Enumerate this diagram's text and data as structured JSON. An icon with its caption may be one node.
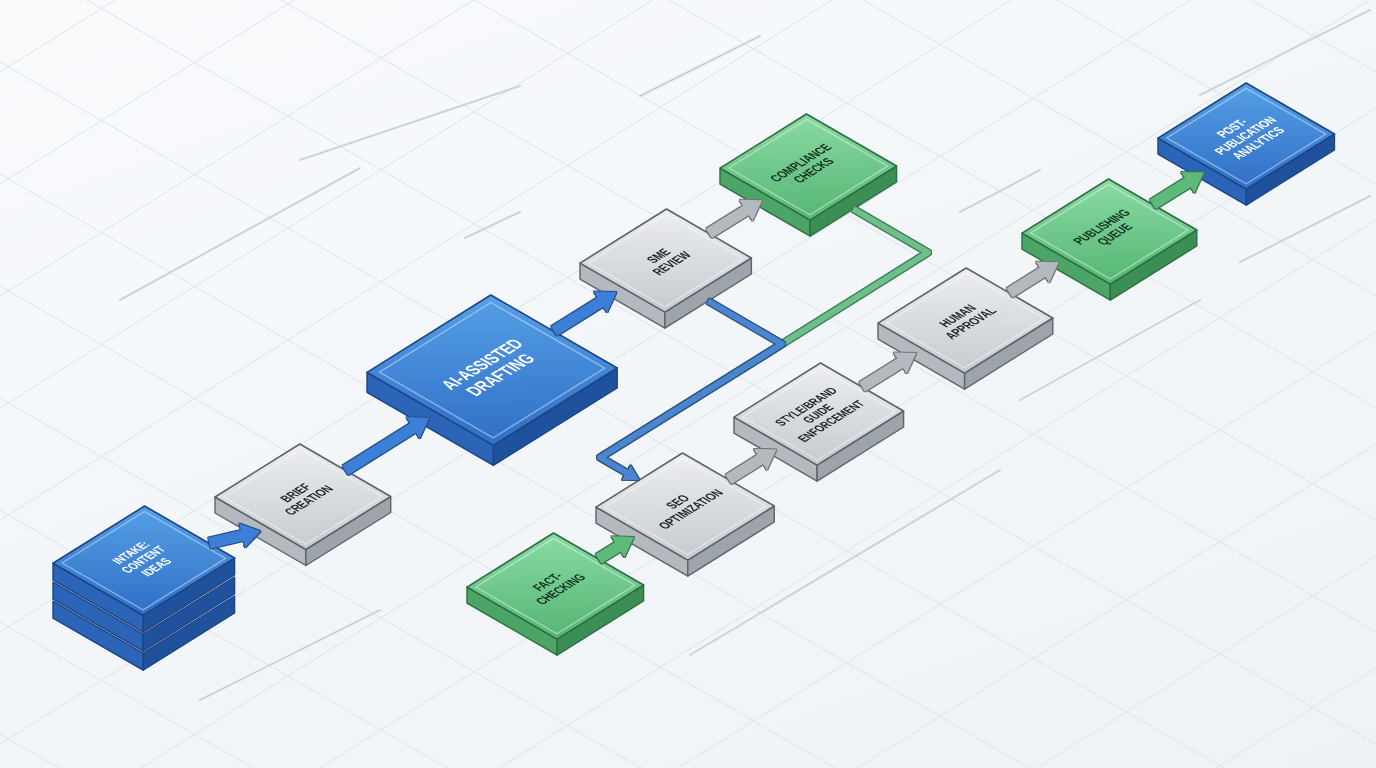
{
  "diagram": {
    "nodes": [
      {
        "text": [
          "INTAKE: CONTENT IDEAS"
        ]
      },
      {
        "text": [
          "BRIEF CREATION"
        ]
      },
      {
        "text": [
          "AI-ASSISTED DRAFTING"
        ]
      },
      {
        "text": [
          "SME REVIEW"
        ]
      },
      {
        "text": [
          "COMPLIANCE CHECKS"
        ]
      },
      {
        "text": [
          "FACT-CHECKING"
        ]
      },
      {
        "text": [
          "SEO OPTIMIZATION"
        ]
      },
      {
        "text": [
          "STYLE/BRAND GUIDE ENFORCEMENT"
        ]
      },
      {
        "text": [
          "HUMAN APPROVAL"
        ]
      },
      {
        "text": [
          "PUBLISHING QUEUE"
        ]
      },
      {
        "text": [
          "POST-PUBLICATION ANALYTICS"
        ]
      }
    ],
    "edges": [
      {
        "from": 0,
        "to": 1,
        "arrow": "to",
        "color": "#3b7fd6"
      },
      {
        "from": 1,
        "to": 2,
        "arrow": "to",
        "color": "#3b7fd6"
      },
      {
        "from": 2,
        "to": 3,
        "arrow": "to",
        "color": "#3b7fd6"
      },
      {
        "from": 3,
        "to": 4,
        "arrow": "to",
        "color": "#b4b9bf"
      },
      {
        "from": 4,
        "to": 6,
        "arrow": "to",
        "color": "#6cc08a"
      },
      {
        "from": 3,
        "to": 6,
        "arrow": "to",
        "color": "#4a86cf"
      },
      {
        "from": 5,
        "to": 6,
        "arrow": "to",
        "color": "#5cba7a"
      },
      {
        "from": 6,
        "to": 7,
        "arrow": "to",
        "color": "#b4b9bf"
      },
      {
        "from": 7,
        "to": 8,
        "arrow": "to",
        "color": "#b4b9bf"
      },
      {
        "from": 8,
        "to": 9,
        "arrow": "to",
        "color": "#b4b9bf"
      },
      {
        "from": 9,
        "to": 10,
        "arrow": "to",
        "color": "#5cba7a"
      }
    ]
  }
}
